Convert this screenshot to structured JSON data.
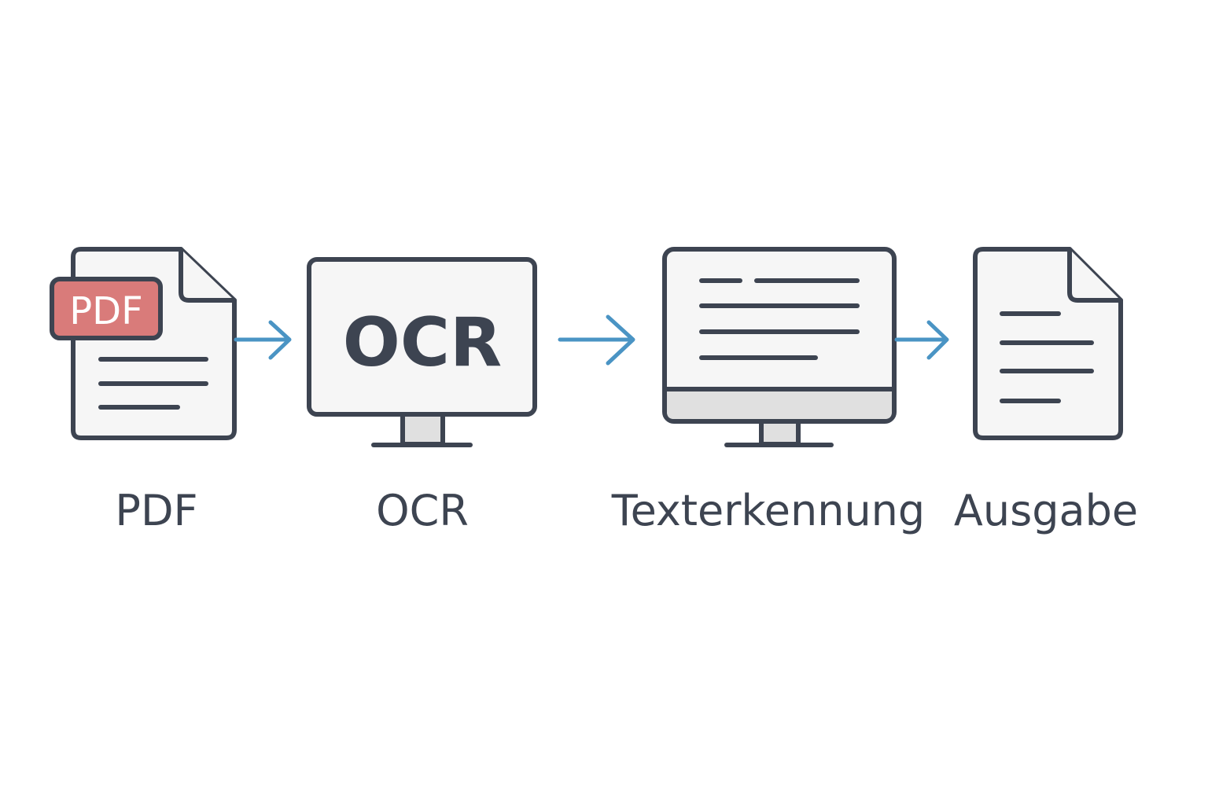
{
  "steps": [
    {
      "label": "PDF",
      "badge": "PDF",
      "icon": "pdf-document-icon"
    },
    {
      "label": "OCR",
      "screen_text": "OCR",
      "icon": "monitor-icon"
    },
    {
      "label": "Texterkennung",
      "icon": "monitor-text-icon"
    },
    {
      "label": "Ausgabe",
      "icon": "document-icon"
    }
  ],
  "colors": {
    "outline": "#3d4451",
    "arrow": "#4a94c4",
    "badge": "#d97b7a",
    "fill": "#f6f6f6",
    "stand": "#e0e0e0"
  }
}
